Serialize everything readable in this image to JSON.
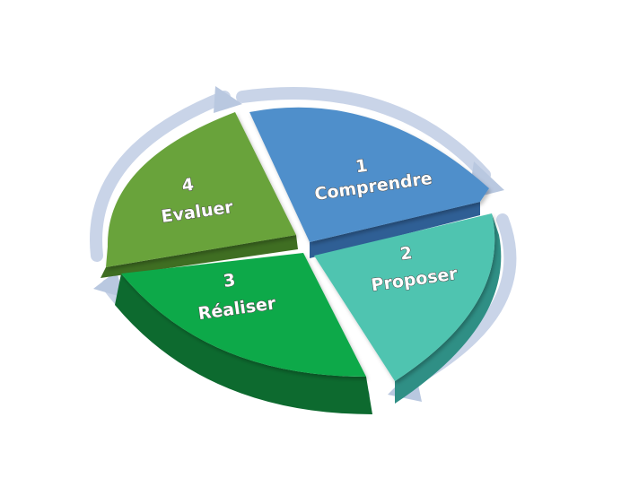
{
  "diagram": {
    "type": "cycle",
    "steps": [
      {
        "number": "1",
        "label": "Comprendre",
        "color": "#4f8fcb"
      },
      {
        "number": "2",
        "label": "Proposer",
        "color": "#4fc4b0"
      },
      {
        "number": "3",
        "label": "Réaliser",
        "color": "#11a94a"
      },
      {
        "number": "4",
        "label": "Evaluer",
        "color": "#69a33b"
      }
    ],
    "arrow_color": "#c9d4e8"
  }
}
